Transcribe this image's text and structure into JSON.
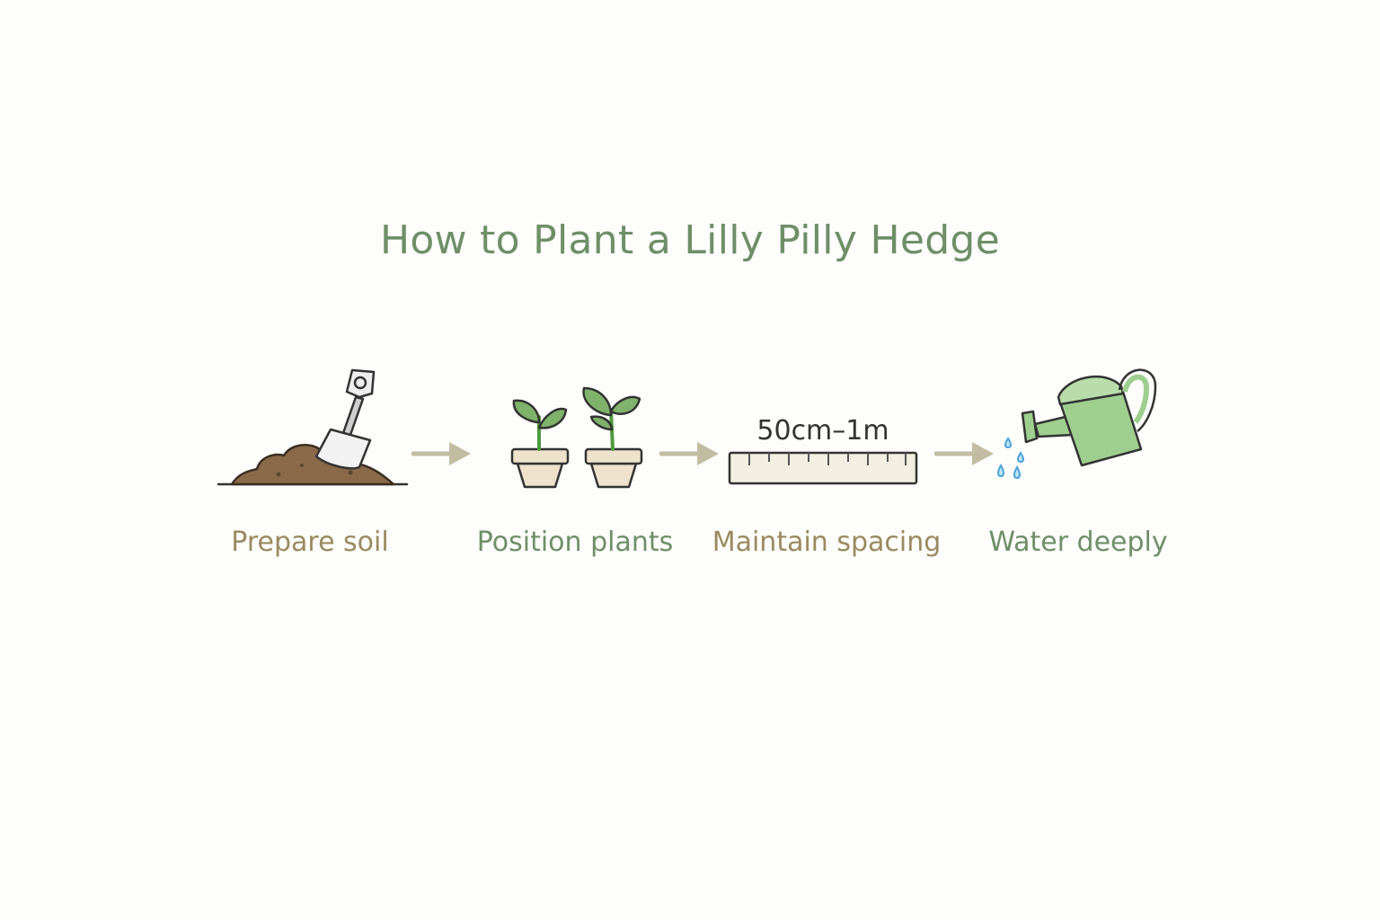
{
  "title": "How to Plant a Lilly Pilly Hedge",
  "steps": [
    {
      "label": "Prepare soil",
      "icon": "soil-shovel-icon"
    },
    {
      "label": "Position plants",
      "icon": "potted-seedlings-icon"
    },
    {
      "label": "Maintain spacing",
      "icon": "ruler-icon",
      "measure": "50cm–1m"
    },
    {
      "label": "Water deeply",
      "icon": "watering-can-icon"
    }
  ],
  "colors": {
    "title": "#6e8f68",
    "label_brown": "#9a8a5f",
    "label_green": "#6e8f68",
    "soil": "#8a6a48",
    "leaf": "#7fb26a",
    "pot": "#efe2cc",
    "ruler": "#f2efe2",
    "can": "#9fcf8f",
    "water": "#4aa3d8",
    "arrow": "#c2bca2"
  }
}
